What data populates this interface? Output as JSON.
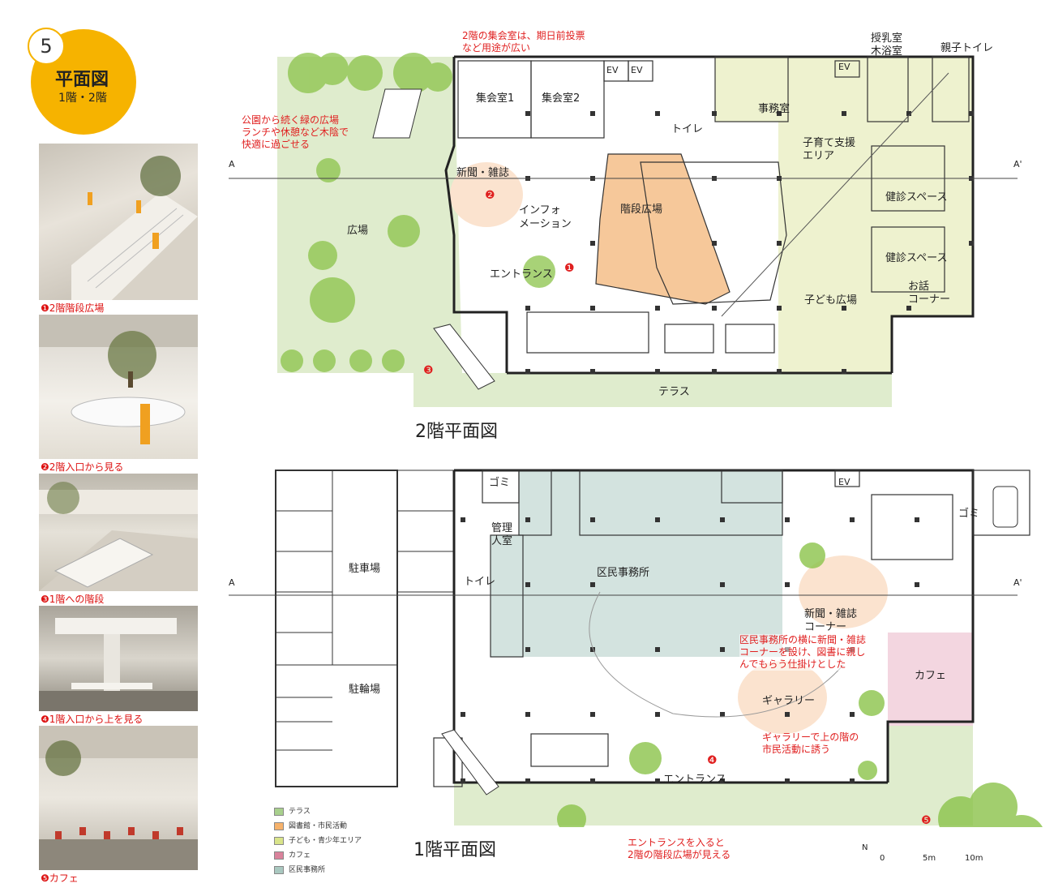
{
  "header": {
    "number": "5",
    "title": "平面図",
    "subtitle": "1階・2階"
  },
  "photos": [
    {
      "caption": "❶2階階段広場"
    },
    {
      "caption": "❷2階入口から見る"
    },
    {
      "caption": "❸1階への階段"
    },
    {
      "caption": "❹1階入口から上を見る"
    },
    {
      "caption": "❺カフェ"
    }
  ],
  "plan2": {
    "title": "2階平面図",
    "note_top": [
      "2階の集会室は、期日前投票",
      "など用途が広い"
    ],
    "note_left": [
      "公園から続く緑の広場",
      "ランチや休憩など木陰で",
      "快適に過ごせる"
    ],
    "labels": {
      "hall1": "集会室1",
      "hall2": "集会室2",
      "ev1": "EV",
      "ev2": "EV",
      "ev3": "EV",
      "nursing": "授乳室",
      "bath": "木浴室",
      "family_toilet": "親子トイレ",
      "office": "事務室",
      "toilet": "トイレ",
      "news": "新聞・雑誌",
      "info1": "インフォ",
      "info2": "メーション",
      "stair_plaza": "階段広場",
      "plaza": "広場",
      "entrance": "エントランス",
      "childcare1": "子育て支援",
      "childcare2": "エリア",
      "health1": "健診スペース",
      "health2": "健診スペース",
      "story1": "お話",
      "story2": "コーナー",
      "kids": "子ども広場",
      "terrace": "テラス",
      "sec_a1": "A",
      "sec_a2": "A'"
    },
    "markers": {
      "m1": "❶",
      "m2": "❷",
      "m3": "❸"
    }
  },
  "plan1": {
    "title": "1階平面図",
    "note_right": [
      "区民事務所の横に新聞・雑誌",
      "コーナーを設け、図書に親し",
      "んでもらう仕掛けとした"
    ],
    "note_gallery": [
      "ギャラリーで上の階の",
      "市民活動に誘う"
    ],
    "note_bottom": [
      "エントランスを入ると",
      "2階の階段広場が見える"
    ],
    "labels": {
      "parking": "駐車場",
      "bicycle": "駐輪場",
      "garbage": "ゴミ",
      "garbage2": "ゴミ",
      "manager1": "管理",
      "manager2": "人室",
      "toilet": "トイレ",
      "ward_office": "区民事務所",
      "news1": "新聞・雑誌",
      "news2": "コーナー",
      "cafe": "カフェ",
      "gallery": "ギャラリー",
      "entrance": "エントランス",
      "ev": "EV",
      "sec_a1": "A",
      "sec_a2": "A'"
    },
    "markers": {
      "m4": "❹",
      "m5": "❺"
    }
  },
  "legend": [
    {
      "label": "テラス",
      "color": "#a8d08d"
    },
    {
      "label": "図書館・市民活動",
      "color": "#f6b26b"
    },
    {
      "label": "子ども・青少年エリア",
      "color": "#d9e48a"
    },
    {
      "label": "カフェ",
      "color": "#d9829b"
    },
    {
      "label": "区民事務所",
      "color": "#a9c8c0"
    }
  ],
  "scale": {
    "north": "N",
    "s0": "0",
    "s1": "5m",
    "s2": "10m"
  },
  "colors": {
    "terrace": "#dfeccd",
    "orange": "#f6c89a",
    "kids": "#eef2cf",
    "cafe": "#f3d6e0",
    "office": "#d3e3df",
    "badge": "#f6b300",
    "note": "#e02020"
  }
}
